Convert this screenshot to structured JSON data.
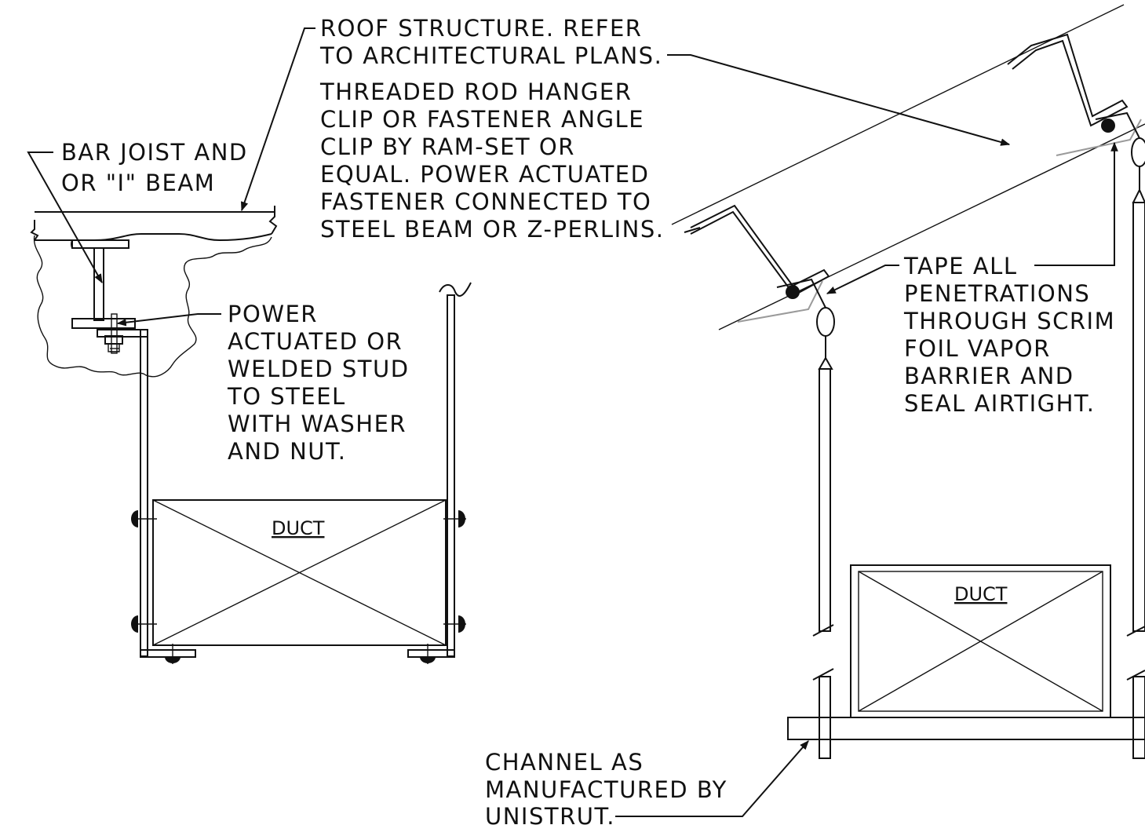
{
  "labels": {
    "roof_1": "ROOF STRUCTURE.  REFER",
    "roof_2": "TO ARCHITECTURAL PLANS.",
    "clip_1": "THREADED ROD HANGER",
    "clip_2": "CLIP OR FASTENER ANGLE",
    "clip_3": "CLIP BY RAM-SET OR",
    "clip_4": "EQUAL.  POWER ACTUATED",
    "clip_5": "FASTENER CONNECTED TO",
    "clip_6": "STEEL BEAM OR Z-PERLINS.",
    "joist_1": "BAR JOIST AND",
    "joist_2": "OR \"I\" BEAM",
    "stud_1": "POWER",
    "stud_2": "ACTUATED OR",
    "stud_3": "WELDED STUD",
    "stud_4": "TO STEEL",
    "stud_5": "WITH WASHER",
    "stud_6": "AND NUT.",
    "tape_1": "TAPE ALL",
    "tape_2": "PENETRATIONS",
    "tape_3": "THROUGH SCRIM",
    "tape_4": "FOIL VAPOR",
    "tape_5": "BARRIER AND",
    "tape_6": "SEAL AIRTIGHT.",
    "channel_1": "CHANNEL AS",
    "channel_2": "MANUFACTURED BY",
    "channel_3": "UNISTRUT.",
    "duct_left": "DUCT",
    "duct_right": "DUCT"
  }
}
